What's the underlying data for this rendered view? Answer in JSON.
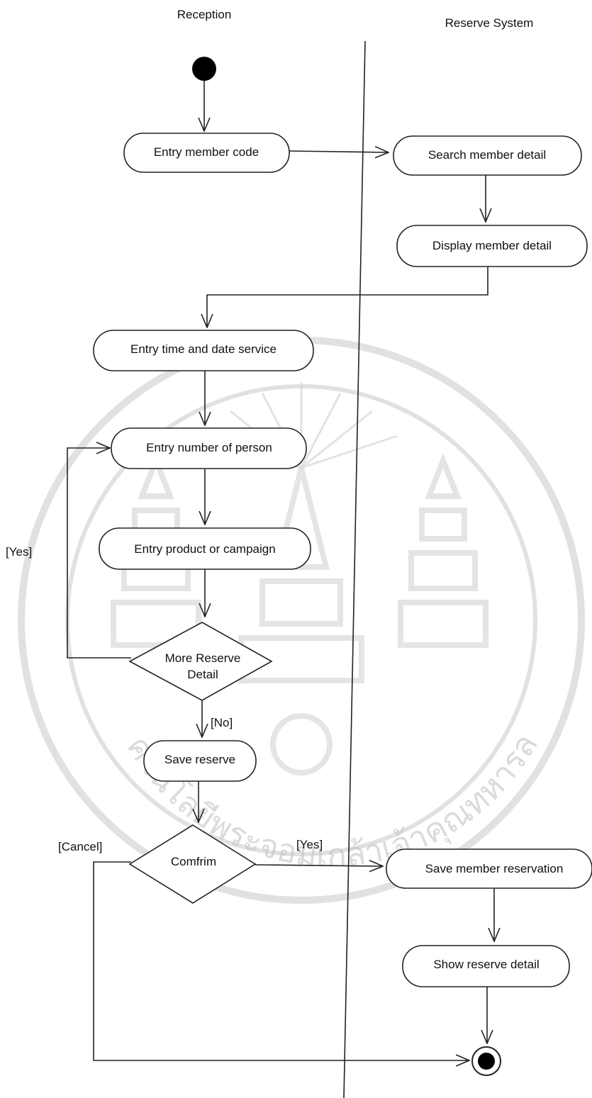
{
  "lanes": {
    "left": "Reception",
    "right": "Reserve System"
  },
  "activities": {
    "entry_member_code": "Entry member code",
    "search_member_detail": "Search member detail",
    "display_member_detail": "Display member detail",
    "entry_time_date": "Entry time and date service",
    "entry_number_person": "Entry number of person",
    "entry_product": "Entry product or campaign",
    "save_reserve": "Save reserve",
    "save_member_reservation": "Save member reservation",
    "show_reserve_detail": "Show reserve detail"
  },
  "decisions": {
    "more_reserve_line1": "More Reserve",
    "more_reserve_line2": "Detail",
    "confirm": "Comfrim"
  },
  "guards": {
    "yes_loop": "[Yes]",
    "no": "[No]",
    "cancel": "[Cancel]",
    "yes_confirm": "[Yes]"
  },
  "watermark": {
    "text": "สถาบันเทคโนโลยีพระจอมเกล้าเจ้าคุณทหารลาดกระบัง",
    "color": "#c9c9c9"
  },
  "colors": {
    "line": "#222222",
    "text": "#111111"
  }
}
